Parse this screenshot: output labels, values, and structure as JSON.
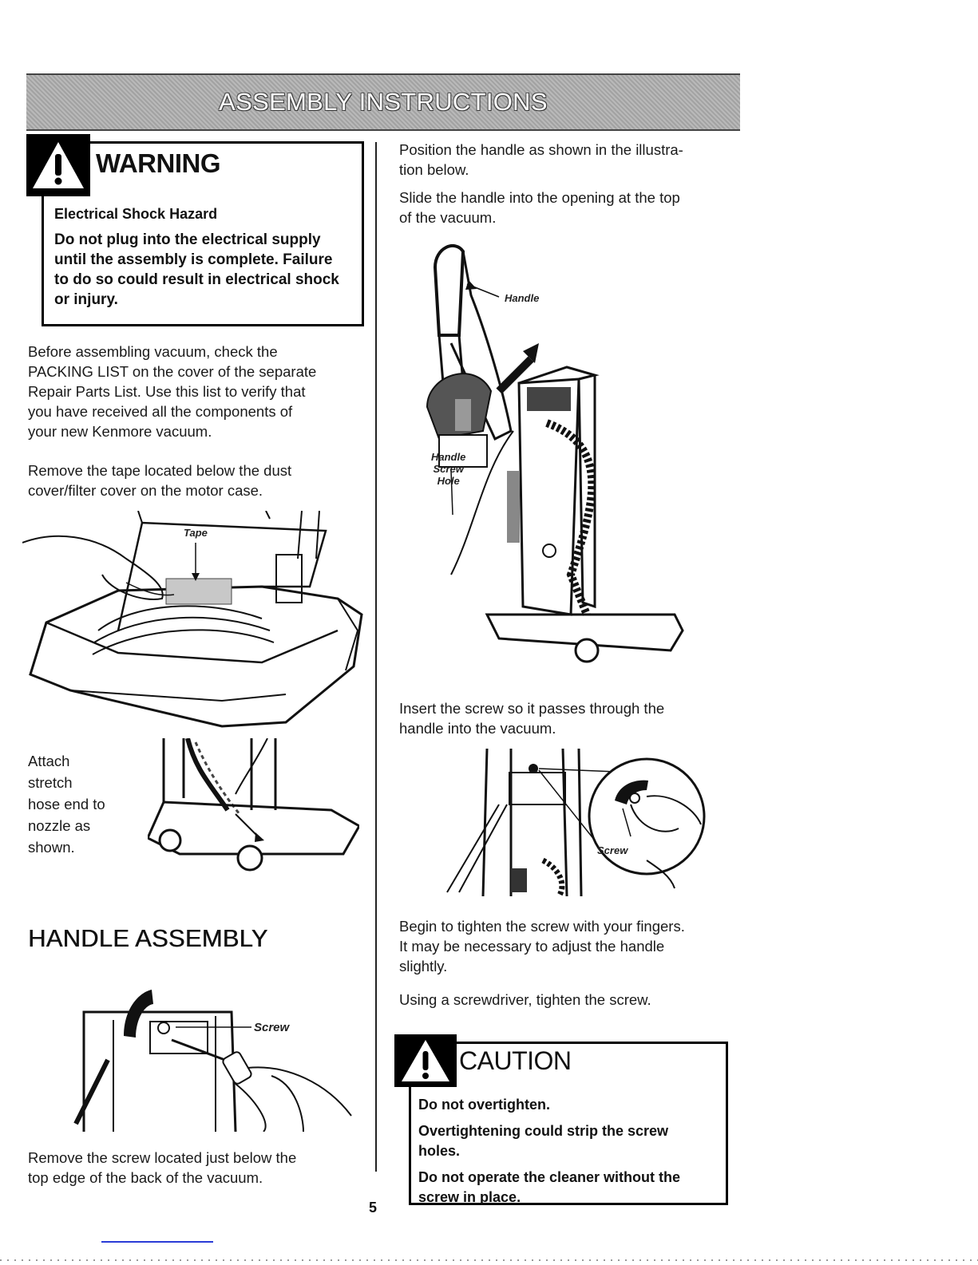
{
  "header": {
    "title": "ASSEMBLY INSTRUCTIONS"
  },
  "warning": {
    "title": "WARNING",
    "subtitle": "Electrical Shock Hazard",
    "lines": [
      "Do not plug into the electrical supply",
      "until the assembly is complete. Failure",
      "to do so could result in electrical shock",
      "or injury."
    ]
  },
  "left": {
    "intro": [
      "Before assembling vacuum, check the",
      "PACKING LIST on the cover of the separate",
      "Repair Parts List. Use this list to verify that",
      "you have received all the components of",
      "your new Kenmore vacuum."
    ],
    "tape_text": [
      "Remove the tape located below the dust",
      "cover/filter cover on the motor case."
    ],
    "tape_label": "Tape",
    "attach_text": [
      "Attach",
      "stretch",
      "hose end to",
      "nozzle as",
      "shown."
    ],
    "handle_heading": "HANDLE ASSEMBLY",
    "screw_label": "Screw",
    "remove_screw_text": [
      "Remove the screw located just below the",
      "top edge of the back of the vacuum."
    ]
  },
  "right": {
    "position_text": [
      "Position the handle as shown in the illustra-",
      "tion below."
    ],
    "slide_text": [
      "Slide the handle into the opening at the top",
      "of the vacuum."
    ],
    "handle_label": "Handle",
    "handle_screw_hole_label": [
      "Handle",
      "Screw",
      "Hole"
    ],
    "insert_text": [
      "Insert the screw so it passes through the",
      "handle into the vacuum."
    ],
    "screw_label": "Screw",
    "tighten_text": [
      "Begin to tighten the screw with your fingers.",
      "It may be necessary to adjust the handle",
      "slightly."
    ],
    "screwdriver_text": "Using a screwdriver, tighten the screw."
  },
  "caution": {
    "title": "CAUTION",
    "lines": [
      "Do not overtighten.",
      "Overtightening could strip the screw",
      "holes.",
      "Do not operate the cleaner without the",
      "screw in place."
    ]
  },
  "page_number": "5"
}
